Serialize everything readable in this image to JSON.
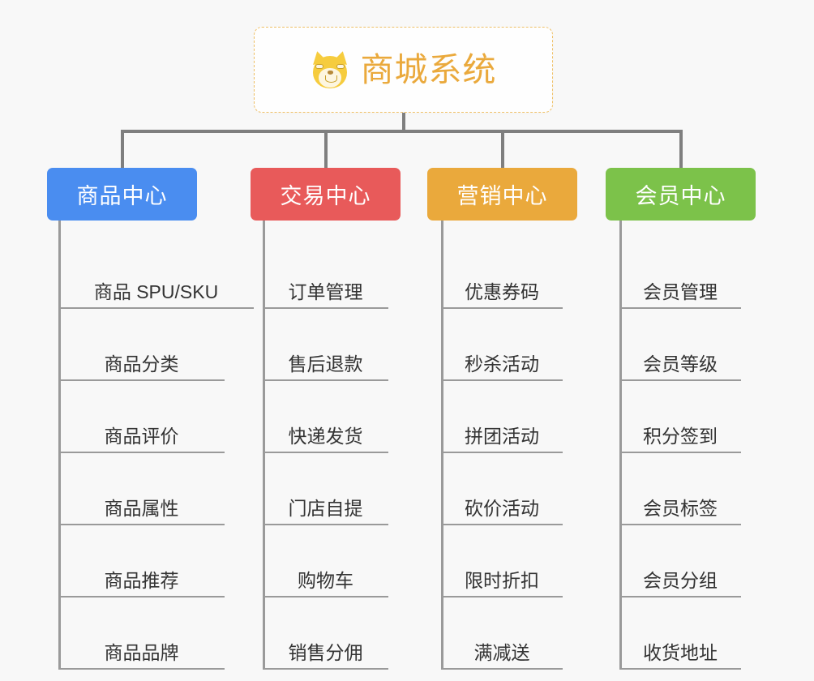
{
  "diagram": {
    "title": "商城系统",
    "root_icon": "shiba-inu-dog-face-icon",
    "background_color": "#f8f8f8",
    "root": {
      "label": "商城系统",
      "text_color": "#eaa93c",
      "border_color": "#efc066",
      "background_color": "#fefefe"
    },
    "connector_color": "#7f7f7f",
    "branches": [
      {
        "label": "商品中心",
        "color": "#4a8df0",
        "items": [
          "商品 SPU/SKU",
          "商品分类",
          "商品评价",
          "商品属性",
          "商品推荐",
          "商品品牌"
        ]
      },
      {
        "label": "交易中心",
        "color": "#e85a5a",
        "items": [
          "订单管理",
          "售后退款",
          "快递发货",
          "门店自提",
          "购物车",
          "销售分佣"
        ]
      },
      {
        "label": "营销中心",
        "color": "#eaa93c",
        "items": [
          "优惠券码",
          "秒杀活动",
          "拼团活动",
          "砍价活动",
          "限时折扣",
          "满减送"
        ]
      },
      {
        "label": "会员中心",
        "color": "#7cc24a",
        "items": [
          "会员管理",
          "会员等级",
          "积分签到",
          "会员标签",
          "会员分组",
          "收货地址"
        ]
      }
    ]
  }
}
